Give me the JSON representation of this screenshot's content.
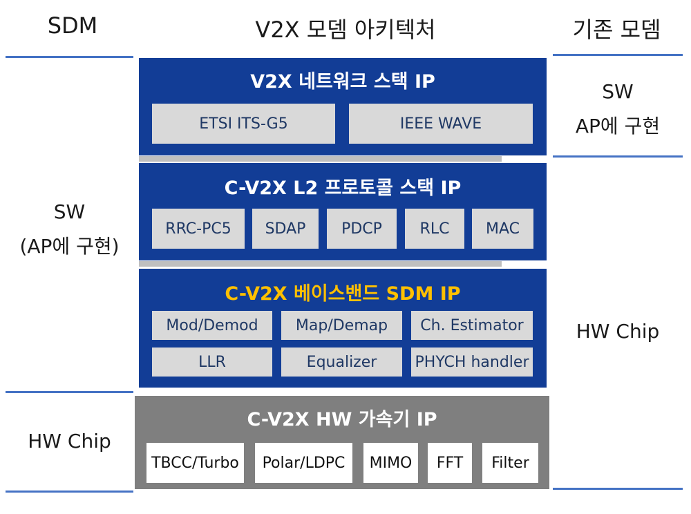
{
  "header": {
    "left": "SDM",
    "center": "V2X 모뎀 아키텍처",
    "right": "기존 모뎀"
  },
  "left_labels": {
    "sw_line1": "SW",
    "sw_line2": "(AP에 구현)",
    "hw": "HW  Chip"
  },
  "right_labels": {
    "sw_line1": "SW",
    "sw_line2": "AP에 구현",
    "hw": "HW Chip"
  },
  "blocks": {
    "network": {
      "title": "V2X 네트워크 스택 IP",
      "items": [
        "ETSI ITS-G5",
        "IEEE WAVE"
      ]
    },
    "l2": {
      "title": "C-V2X L2 프로토콜 스택 IP",
      "items": [
        "RRC-PC5",
        "SDAP",
        "PDCP",
        "RLC",
        "MAC"
      ]
    },
    "baseband": {
      "title": "C-V2X 베이스밴드 SDM IP",
      "items": [
        "Mod/Demod",
        "Map/Demap",
        "Ch. Estimator",
        "LLR",
        "Equalizer",
        "PHYCH handler"
      ]
    },
    "hw": {
      "title": "C-V2X HW 가속기 IP",
      "items": [
        "TBCC/Turbo",
        "Polar/LDPC",
        "MIMO",
        "FFT",
        "Filter"
      ]
    }
  },
  "colors": {
    "block_blue": "#123d96",
    "block_gray": "#7f7f7f",
    "rule_blue": "#4472c4",
    "highlight_title": "#ffc000"
  }
}
